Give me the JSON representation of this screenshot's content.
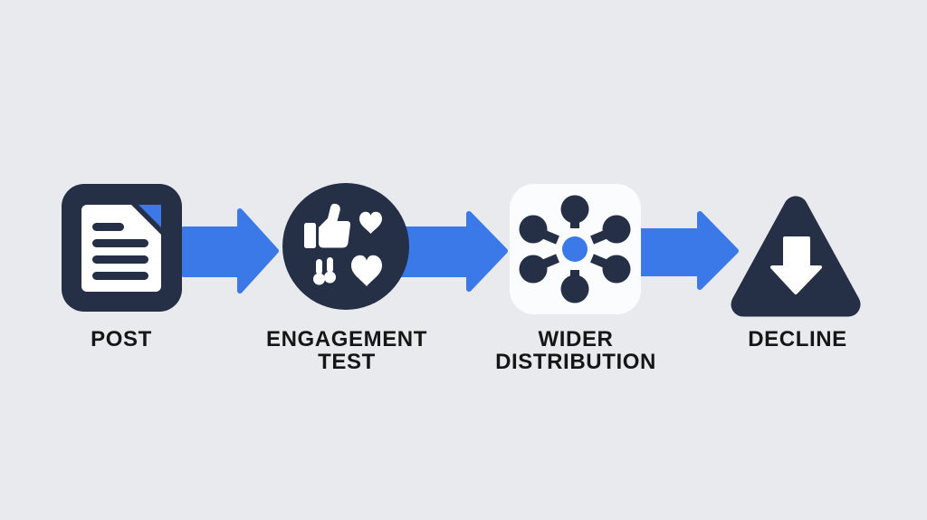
{
  "diagram": {
    "type": "horizontal-flow",
    "direction": "left-to-right",
    "steps": [
      {
        "id": "post",
        "label": "POST",
        "label_lines": [
          "POST"
        ],
        "icon": "document-icon",
        "shape": "dark-rounded-square"
      },
      {
        "id": "engagement-test",
        "label": "ENGAGEMENT TEST",
        "label_lines": [
          "ENGAGEMENT",
          "TEST"
        ],
        "icon": "engagement-reactions-icon",
        "shape": "dark-circle"
      },
      {
        "id": "wider-distribution",
        "label": "WIDER DISTRIBUTION",
        "label_lines": [
          "WIDER",
          "DISTRIBUTION"
        ],
        "icon": "network-hub-icon",
        "shape": "white-rounded-square"
      },
      {
        "id": "decline",
        "label": "DECLINE",
        "label_lines": [
          "DECLINE"
        ],
        "icon": "down-arrow-icon",
        "shape": "dark-rounded-triangle"
      }
    ],
    "connectors": [
      {
        "from": "post",
        "to": "engagement-test",
        "icon": "right-arrow"
      },
      {
        "from": "engagement-test",
        "to": "wider-distribution",
        "icon": "right-arrow"
      },
      {
        "from": "wider-distribution",
        "to": "decline",
        "icon": "right-arrow"
      }
    ]
  },
  "colors": {
    "background": "#E8EAEE",
    "shape_dark": "#252F45",
    "accent_blue": "#3B79E9",
    "card_white": "#FBFCFD",
    "label_text": "#161616"
  }
}
